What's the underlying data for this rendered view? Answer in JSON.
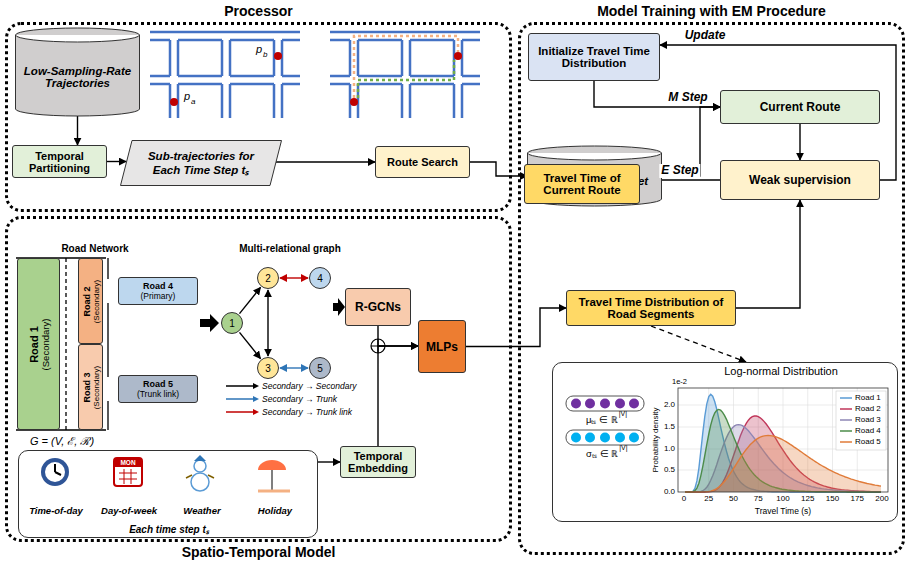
{
  "diagram": {
    "nodes": [
      {
        "text": [
          "Processor"
        ]
      },
      {
        "text": [
          "Low-Sampling-Rate Trajectories"
        ],
        "in": 0
      },
      {
        "text": [
          "Temporal Partitioning"
        ],
        "in": 0
      },
      {
        "text": [
          "Sub-trajectories for Each Time Step tₛ"
        ],
        "in": 0
      },
      {
        "text": [
          "Route Search"
        ],
        "in": 0
      },
      {
        "text": [
          "Model Training with EM Procedure"
        ]
      },
      {
        "text": [
          "Initialize Travel Time Distribution"
        ],
        "in": 5
      },
      {
        "text": [
          "Current Route"
        ],
        "in": 5
      },
      {
        "text": [
          "Candidate route set"
        ],
        "in": 5
      },
      {
        "text": [
          "Weak supervision"
        ],
        "in": 5
      },
      {
        "text": [
          "Travel Time of Current Route"
        ],
        "in": 5
      },
      {
        "text": [
          "Travel Time Distribution of Road Segments"
        ],
        "in": 5
      },
      {
        "text": [
          "Log-normal Distribution"
        ],
        "in": 5
      },
      {
        "text": [
          "Spatio-Temporal Model"
        ]
      },
      {
        "text": [
          "Road 1",
          "(Secondary)"
        ],
        "in": 13
      },
      {
        "text": [
          "Road 2",
          "(Secondary)"
        ],
        "in": 13
      },
      {
        "text": [
          "Road 3",
          "(Secondary)"
        ],
        "in": 13
      },
      {
        "text": [
          "Road 4",
          "(Primary)"
        ],
        "in": 13
      },
      {
        "text": [
          "Road 5",
          "(Trunk link)"
        ],
        "in": 13
      },
      {
        "text": [
          "1"
        ],
        "in": 13
      },
      {
        "text": [
          "2"
        ],
        "in": 13
      },
      {
        "text": [
          "3"
        ],
        "in": 13
      },
      {
        "text": [
          "4"
        ],
        "in": 13
      },
      {
        "text": [
          "5"
        ],
        "in": 13
      },
      {
        "text": [
          "R-GCNs"
        ],
        "in": 13
      },
      {
        "text": [
          "MLPs"
        ],
        "in": 13
      },
      {
        "text": [
          "Time-of-day",
          "Day-of-week",
          "Weather",
          "Holiday",
          "Each time step tₛ"
        ],
        "in": 13
      },
      {
        "text": [
          "Temporal Embedding"
        ],
        "in": 13
      }
    ],
    "edges": [
      {
        "from": 1,
        "to": 2,
        "arrow": "to"
      },
      {
        "from": 2,
        "to": 3,
        "arrow": "to"
      },
      {
        "from": 3,
        "to": 4,
        "arrow": "to"
      },
      {
        "from": 4,
        "to": 8,
        "arrow": "to"
      },
      {
        "from": 6,
        "to": 7,
        "label": "M Step",
        "arrow": "to"
      },
      {
        "from": 8,
        "to": 7,
        "arrow": "to"
      },
      {
        "from": 7,
        "to": 9,
        "arrow": "to"
      },
      {
        "from": 9,
        "to": 10,
        "label": "E Step",
        "arrow": "to"
      },
      {
        "from": 11,
        "to": 9,
        "arrow": "to"
      },
      {
        "from": 9,
        "to": 6,
        "label": "Update",
        "arrow": "to"
      },
      {
        "from": 25,
        "to": 11,
        "arrow": "to"
      },
      {
        "from": 11,
        "to": 12,
        "arrow": "to"
      },
      {
        "from": 24,
        "to": 25,
        "arrow": "to"
      },
      {
        "from": 27,
        "to": 25,
        "arrow": "to"
      },
      {
        "from": 26,
        "to": 27,
        "arrow": "to"
      },
      {
        "from": 19,
        "to": 20,
        "arrow": "to"
      },
      {
        "from": 19,
        "to": 21,
        "arrow": "to"
      },
      {
        "from": 20,
        "to": 21,
        "arrow": "both"
      },
      {
        "from": 20,
        "to": 22,
        "arrow": "both"
      },
      {
        "from": 21,
        "to": 23,
        "arrow": "both"
      }
    ],
    "labels": [
      "p",
      "a",
      "p",
      "b",
      "Road Network",
      "Multi-relational graph",
      "G = (V, ℰ, ℛ)",
      "μₜₛ ∈ ℝ",
      "|V|",
      "σₜₛ ∈ ℝ",
      "|V|",
      "1e-2",
      "0.0",
      "0.5",
      "1.0",
      "1.5",
      "2.0",
      "0",
      "25",
      "50",
      "75",
      "100",
      "125",
      "150",
      "175",
      "200",
      "Probability density",
      "Travel Time (s)",
      "MON"
    ],
    "legend": [
      {
        "text": "Secondary → Secondary"
      },
      {
        "text": "Secondary → Trunk"
      },
      {
        "text": "Secondary → Trunk link"
      },
      {
        "text": "Road 1"
      },
      {
        "text": "Road 2"
      },
      {
        "text": "Road 3"
      },
      {
        "text": "Road 4"
      },
      {
        "text": "Road 5"
      }
    ]
  }
}
